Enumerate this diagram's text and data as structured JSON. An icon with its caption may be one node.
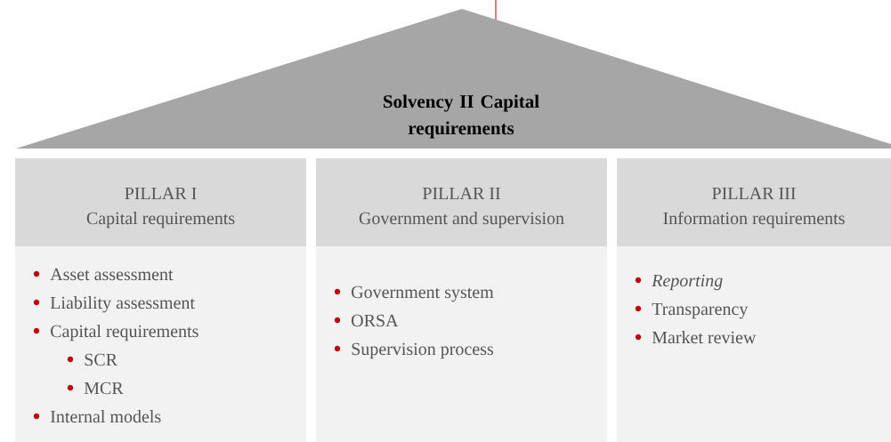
{
  "diagram": {
    "nodes": [
      {
        "text": [
          "Solvency II Capital requirements"
        ]
      },
      {
        "text": [
          "PILLAR I",
          "Capital requirements"
        ]
      },
      {
        "text": [
          "Asset assessment",
          "Liability assessment",
          "Capital requirements",
          "SCR",
          "MCR",
          "Internal models"
        ]
      },
      {
        "text": [
          "PILLAR II",
          "Government and supervision"
        ]
      },
      {
        "text": [
          "Government system",
          "ORSA",
          "Supervision process"
        ]
      },
      {
        "text": [
          "PILLAR III",
          "Information requirements"
        ]
      },
      {
        "text": [
          "Reporting",
          "Transparency",
          "Market review"
        ]
      }
    ]
  }
}
